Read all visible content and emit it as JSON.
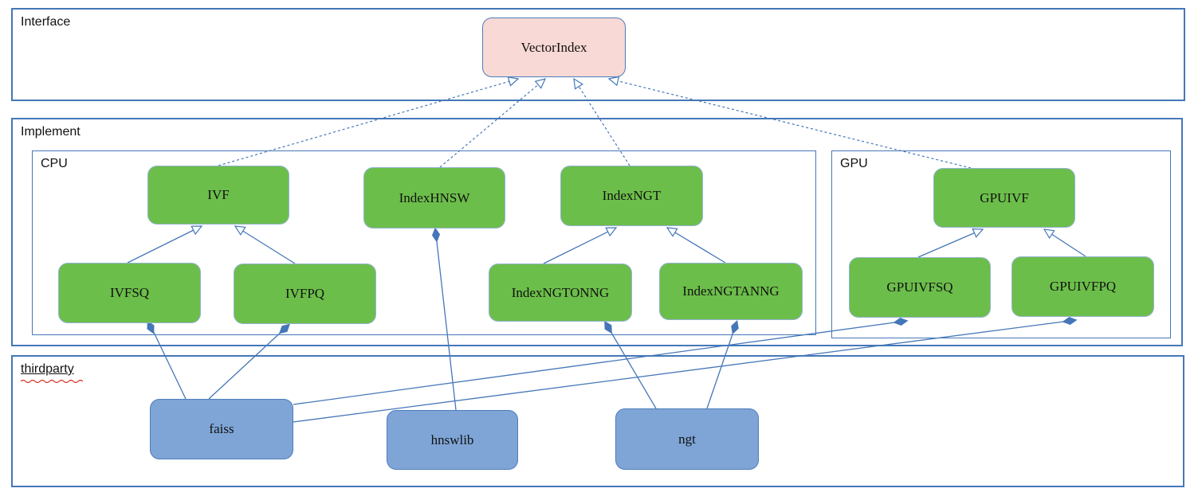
{
  "containers": {
    "interface": "Interface",
    "implement": "Implement",
    "cpu": "CPU",
    "gpu": "GPU",
    "thirdparty": "thirdparty"
  },
  "nodes": {
    "vectorindex": "VectorIndex",
    "ivf": "IVF",
    "indexhnsw": "IndexHNSW",
    "indexngt": "IndexNGT",
    "ivfsq": "IVFSQ",
    "ivfpq": "IVFPQ",
    "indexngtonng": "IndexNGTONNG",
    "indexngtanng": "IndexNGTANNG",
    "gpuivf": "GPUIVF",
    "gpuivfsq": "GPUIVFSQ",
    "gpuivfpq": "GPUIVFPQ",
    "faiss": "faiss",
    "hnswlib": "hnswlib",
    "ngt": "ngt"
  },
  "edges": [
    {
      "from": "IVF",
      "to": "VectorIndex",
      "type": "realization-dashed"
    },
    {
      "from": "IndexHNSW",
      "to": "VectorIndex",
      "type": "realization-dashed"
    },
    {
      "from": "IndexNGT",
      "to": "VectorIndex",
      "type": "realization-dashed"
    },
    {
      "from": "GPUIVF",
      "to": "VectorIndex",
      "type": "realization-dashed"
    },
    {
      "from": "IVFSQ",
      "to": "IVF",
      "type": "inheritance"
    },
    {
      "from": "IVFPQ",
      "to": "IVF",
      "type": "inheritance"
    },
    {
      "from": "IndexNGTONNG",
      "to": "IndexNGT",
      "type": "inheritance"
    },
    {
      "from": "IndexNGTANNG",
      "to": "IndexNGT",
      "type": "inheritance"
    },
    {
      "from": "GPUIVFSQ",
      "to": "GPUIVF",
      "type": "inheritance"
    },
    {
      "from": "GPUIVFPQ",
      "to": "GPUIVF",
      "type": "inheritance"
    },
    {
      "from": "faiss",
      "to": "IVFSQ",
      "type": "composition"
    },
    {
      "from": "faiss",
      "to": "IVFPQ",
      "type": "composition"
    },
    {
      "from": "faiss",
      "to": "GPUIVFSQ",
      "type": "composition"
    },
    {
      "from": "faiss",
      "to": "GPUIVFPQ",
      "type": "composition"
    },
    {
      "from": "hnswlib",
      "to": "IndexHNSW",
      "type": "composition"
    },
    {
      "from": "ngt",
      "to": "IndexNGTONNG",
      "type": "composition"
    },
    {
      "from": "ngt",
      "to": "IndexNGTANNG",
      "type": "composition"
    }
  ],
  "colors": {
    "connector": "#4577b8",
    "container_border": "#4577b8",
    "green_fill": "#6cbe4a",
    "green_border": "#94b3d1",
    "blue_fill": "#7fa5d6",
    "blue_border": "#4c7dbb",
    "pink_fill": "#f9d9d5",
    "pink_border": "#4c7dbb",
    "text": "#111111",
    "spellcheck": "#d83020"
  }
}
